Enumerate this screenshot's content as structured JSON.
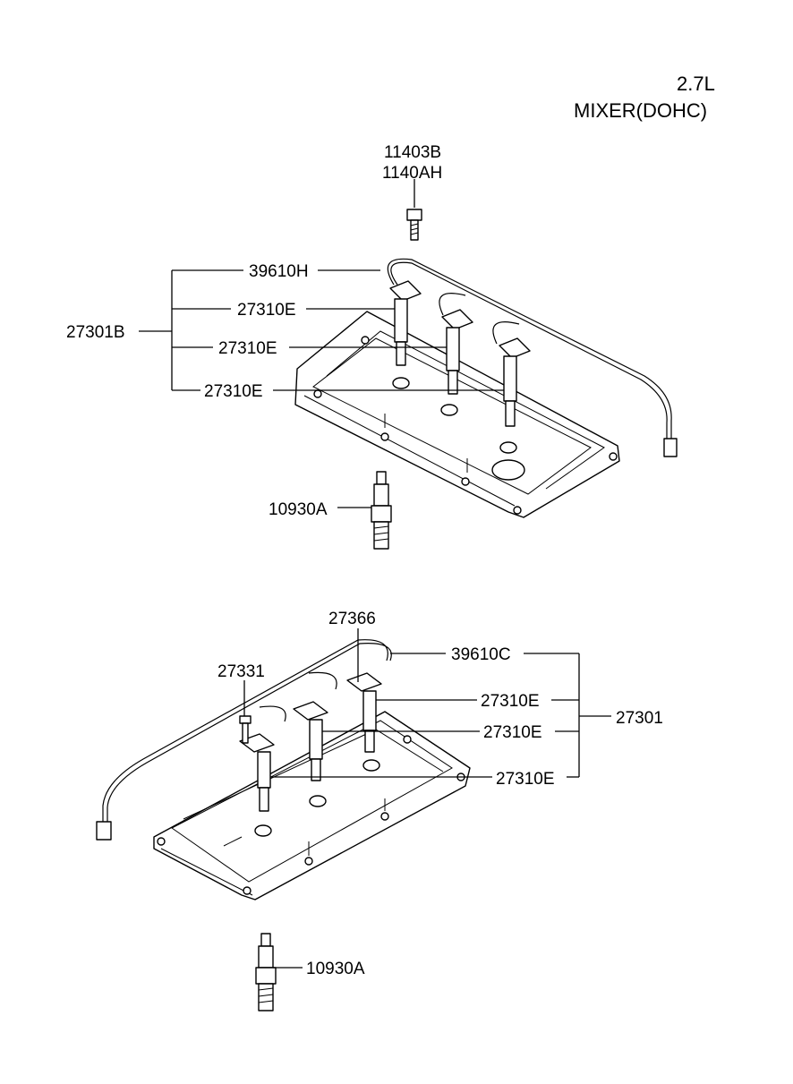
{
  "header": {
    "engine": "2.7L",
    "variant": "MIXER(DOHC)"
  },
  "upper_assembly": {
    "bolt_part_no_1": "11403B",
    "bolt_part_no_2": "1140AH",
    "cable_part_no": "39610H",
    "assembly_part_no": "27301B",
    "coil_part_no_1": "27310E",
    "coil_part_no_2": "27310E",
    "coil_part_no_3": "27310E",
    "spark_plug_part_no": "10930A"
  },
  "lower_assembly": {
    "bracket_part_no": "27366",
    "bolt_part_no": "27331",
    "cable_part_no": "39610C",
    "assembly_part_no": "27301",
    "coil_part_no_1": "27310E",
    "coil_part_no_2": "27310E",
    "coil_part_no_3": "27310E",
    "spark_plug_part_no": "10930A"
  }
}
